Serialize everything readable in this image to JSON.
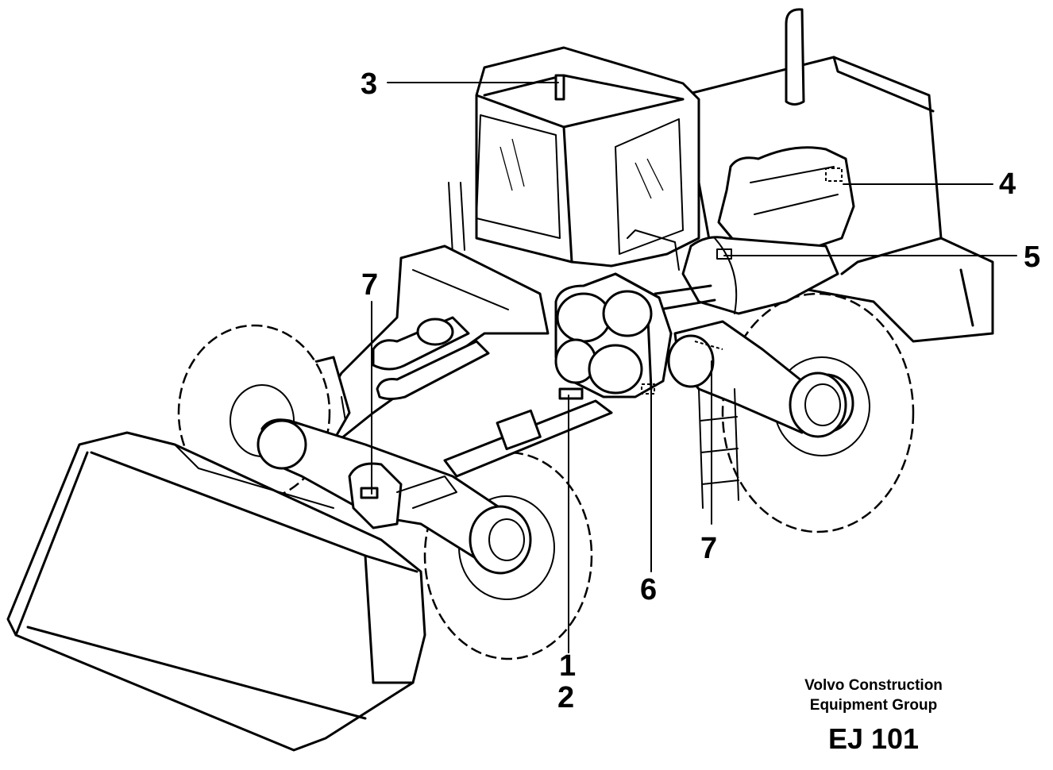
{
  "callouts": {
    "c1": "1",
    "c2": "2",
    "c3": "3",
    "c4": "4",
    "c5": "5",
    "c6": "6",
    "c7_left": "7",
    "c7_right": "7"
  },
  "credit": {
    "line1": "Volvo Construction",
    "line2": "Equipment Group",
    "code": "EJ 101"
  }
}
